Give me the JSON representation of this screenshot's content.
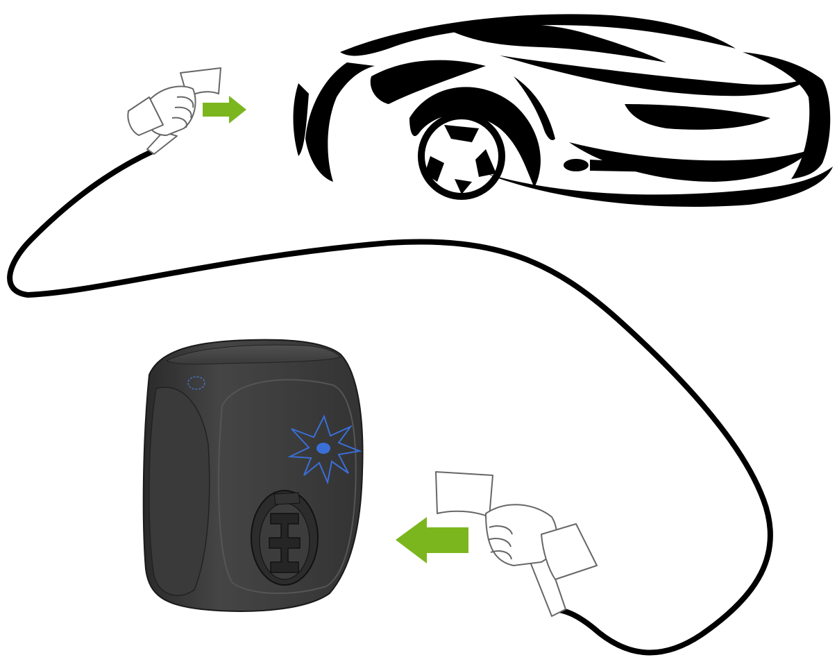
{
  "diagram": {
    "elements": [
      {
        "id": "car",
        "icon": "sports-car-silhouette-icon"
      },
      {
        "id": "charger",
        "icon": "wall-charger-icon",
        "indicator": "blinking-light-icon"
      },
      {
        "id": "plug-top",
        "icon": "hand-holding-plug-icon",
        "arrow": "arrow-right-icon",
        "arrow_direction": "right"
      },
      {
        "id": "plug-bottom",
        "icon": "hand-holding-plug-icon",
        "arrow": "arrow-left-icon",
        "arrow_direction": "left"
      },
      {
        "id": "cable",
        "icon": "charging-cable"
      }
    ],
    "colors": {
      "arrow": "#7cb61f",
      "charger_body": "#3d3d3d",
      "indicator": "#3a6fd8",
      "cable": "#000000",
      "outline": "#666666"
    }
  }
}
